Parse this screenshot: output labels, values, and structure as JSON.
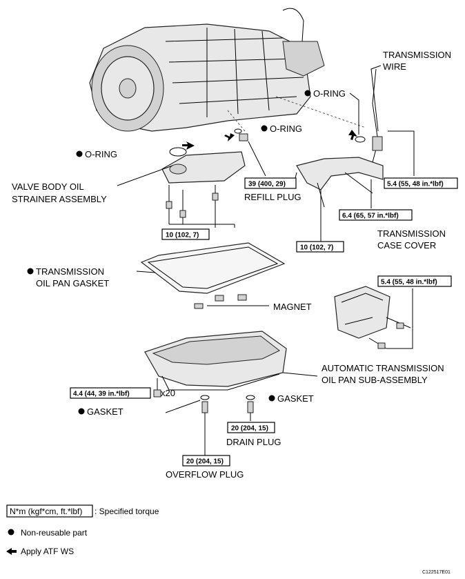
{
  "labels": {
    "transmission_wire": [
      "TRANSMISSION",
      "WIRE"
    ],
    "o_ring_top": "O-RING",
    "o_ring_mid": "O-RING",
    "o_ring_left": "O-RING",
    "valve_body": [
      "VALVE BODY OIL",
      "STRAINER ASSEMBLY"
    ],
    "refill_plug": "REFILL PLUG",
    "oil_pan_gasket": [
      "TRANSMISSION",
      "OIL PAN GASKET"
    ],
    "magnet": "MAGNET",
    "case_cover": [
      "TRANSMISSION",
      "CASE COVER"
    ],
    "oil_pan": [
      "AUTOMATIC TRANSMISSION",
      "OIL PAN SUB-ASSEMBLY"
    ],
    "x20": "x20",
    "gasket_left": "GASKET",
    "gasket_right": "GASKET",
    "drain_plug": "DRAIN PLUG",
    "overflow_plug": "OVERFLOW PLUG"
  },
  "torques": {
    "refill": "39 (400, 29)",
    "wire_bolt": "5.4 (55, 48 in.*lbf)",
    "wire_mid": "6.4 (65, 57 in.*lbf)",
    "strainer": "10 (102, 7)",
    "wire_lower": "10 (102, 7)",
    "case_cover": "5.4 (55, 48 in.*lbf)",
    "pan_bolts": "4.4 (44, 39 in.*lbf)",
    "drain": "20 (204, 15)",
    "overflow": "20 (204, 15)"
  },
  "legend": {
    "torque_box": "N*m (kgf*cm, ft.*lbf)",
    "torque_desc": ": Specified torque",
    "non_reusable": "Non-reusable part",
    "apply_atf": "Apply ATF WS"
  },
  "figure_code": "C122517E01"
}
